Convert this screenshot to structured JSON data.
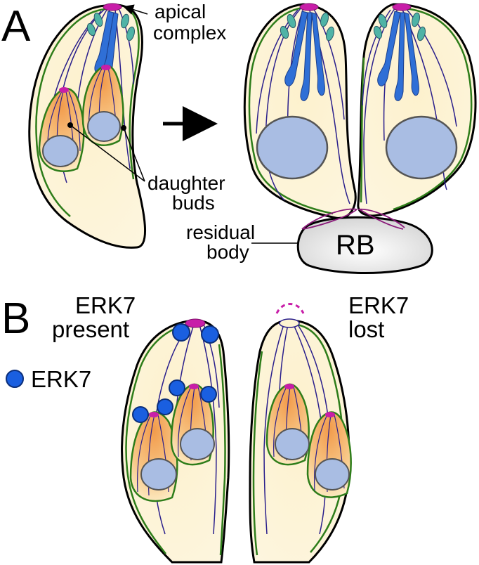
{
  "panels": {
    "a": "A",
    "b": "B"
  },
  "panel_a": {
    "apical_complex_line1": "apical",
    "apical_complex_line2": "complex",
    "daughter_buds_line1": "daughter",
    "daughter_buds_line2": "buds",
    "residual_body_line1": "residual",
    "residual_body_line2": "body",
    "rb_abbrev": "RB"
  },
  "panel_b": {
    "left_line1": "ERK7",
    "left_line2": "present",
    "right_line1": "ERK7",
    "right_line2": "lost",
    "legend_label": "ERK7"
  },
  "colors": {
    "cytoplasm": "#fdf3d2",
    "membrane_green": "#2e7d1a",
    "microtubule": "#2a1f8c",
    "nucleus": "#a9bde3",
    "apical_pink": "#c81ea8",
    "rhoptry_blue": "#2f6fd6",
    "micronemes_teal": "#4fb3a6",
    "erk7_blue": "#1a5fe0",
    "residual_body": "#d9d9d9",
    "bud_orange": "#f4b56b"
  }
}
